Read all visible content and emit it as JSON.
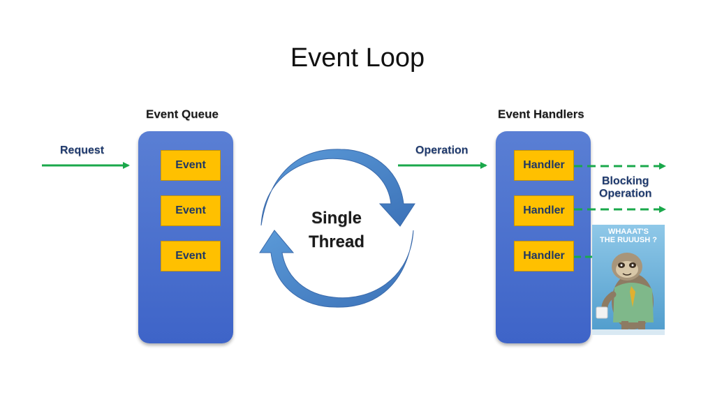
{
  "title": "Event Loop",
  "queue": {
    "title": "Event Queue",
    "items": [
      "Event",
      "Event",
      "Event"
    ]
  },
  "handlers": {
    "title": "Event Handlers",
    "items": [
      "Handler",
      "Handler",
      "Handler"
    ]
  },
  "labels": {
    "request": "Request",
    "operation": "Operation",
    "blocking_line1": "Blocking",
    "blocking_line2": "Operation"
  },
  "center": {
    "line1": "Single",
    "line2": "Thread"
  },
  "poster": {
    "line1": "WHAAAT'S",
    "line2": "THE RUUUSH ?"
  },
  "colors": {
    "column": "#4a6fcf",
    "box": "#ffc000",
    "arrow": "#1aa84b",
    "cycle": "#4f8fd0"
  }
}
